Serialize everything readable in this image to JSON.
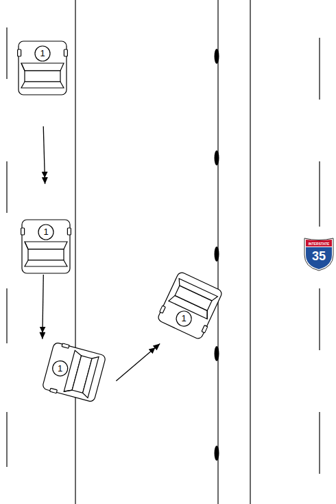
{
  "diagram": {
    "nodes": [
      {
        "text": [
          "1"
        ]
      },
      {
        "text": [
          "1"
        ]
      },
      {
        "text": [
          "1"
        ]
      },
      {
        "text": [
          "1"
        ]
      },
      {
        "text": [
          "INTERSTATE",
          "35"
        ]
      }
    ],
    "edges": [
      {
        "from": 0,
        "to": 1,
        "arrow": "to"
      },
      {
        "from": 1,
        "to": 2,
        "arrow": "to"
      },
      {
        "from": 2,
        "to": 3,
        "arrow": "to"
      }
    ]
  }
}
